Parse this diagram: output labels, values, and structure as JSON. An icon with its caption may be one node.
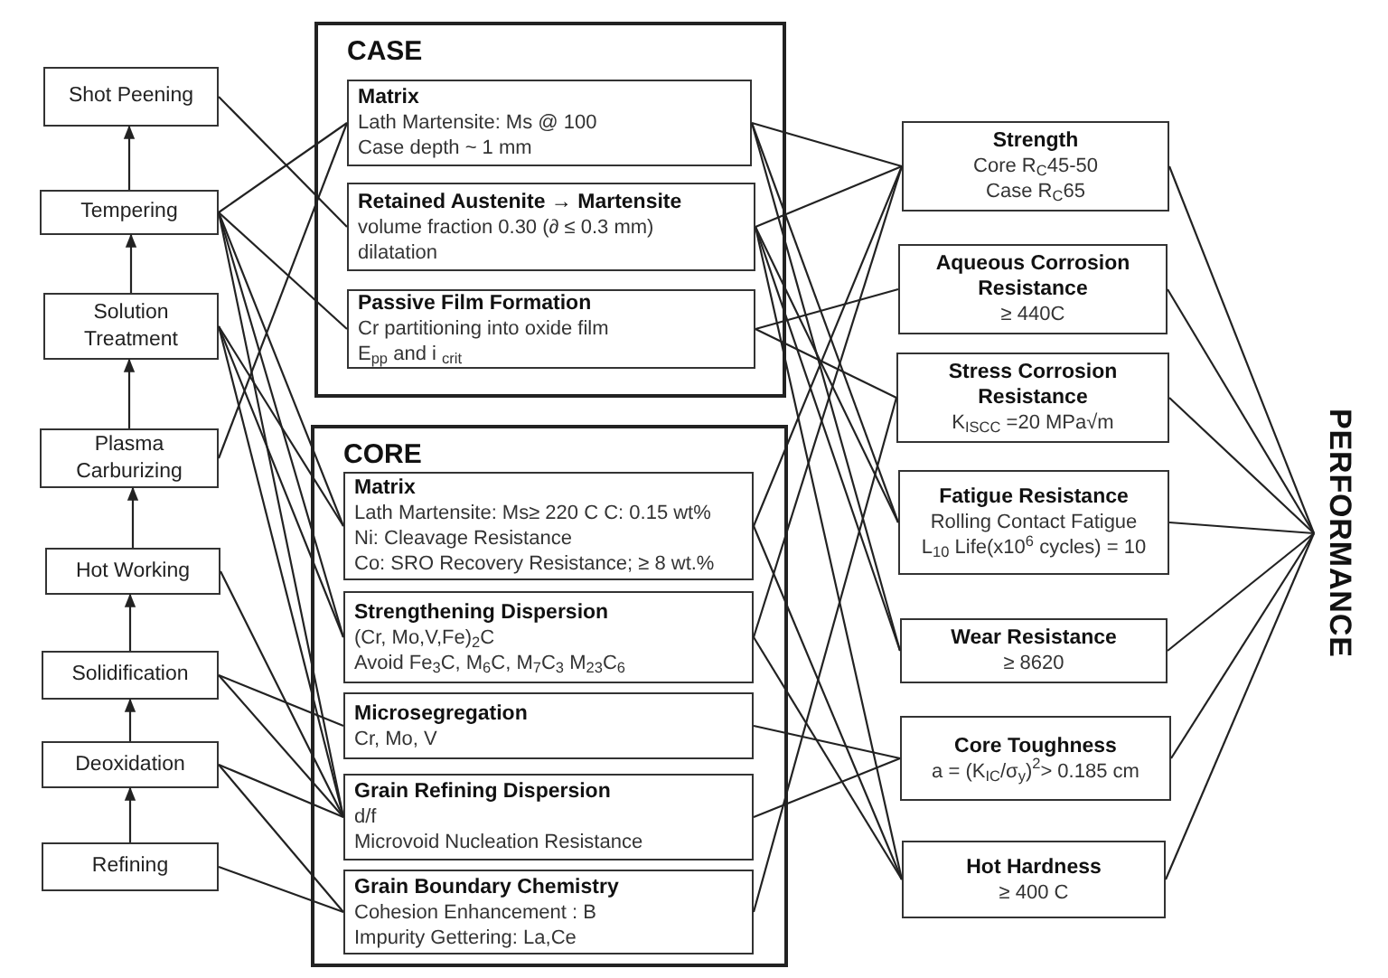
{
  "diagram": {
    "nodes": [
      {
        "text": [
          "Shot Peening"
        ]
      },
      {
        "text": [
          "Tempering"
        ]
      },
      {
        "text": [
          "Solution Treatment"
        ]
      },
      {
        "text": [
          "Plasma Carburizing"
        ]
      },
      {
        "text": [
          "Hot Working"
        ]
      },
      {
        "text": [
          "Solidification"
        ]
      },
      {
        "text": [
          "Deoxidation"
        ]
      },
      {
        "text": [
          "Refining"
        ]
      },
      {
        "text": [
          "CASE"
        ]
      },
      {
        "text": [
          "Matrix",
          "Lath Martensite:  Ms @ 100",
          "Case depth ~ 1 mm"
        ],
        "in": 8
      },
      {
        "text": [
          "Retained Austenite → Martensite",
          "volume fraction 0.30  (∂ ≤ 0.3 mm)",
          "dilatation"
        ],
        "in": 8
      },
      {
        "text": [
          "Passive Film Formation",
          "Cr partitioning into oxide film",
          "E$_{pp}$ and i $_{crit}$"
        ],
        "in": 8
      },
      {
        "text": [
          "CORE"
        ]
      },
      {
        "text": [
          "Matrix",
          "Lath Martensite: Ms≥ 220 C   C: 0.15 wt%",
          "Ni: Cleavage Resistance",
          "Co: SRO Recovery Resistance; ≥ 8 wt.%"
        ],
        "in": 12
      },
      {
        "text": [
          "Strengthening Dispersion",
          "(Cr, Mo,V,Fe)$_{2}$C",
          "Avoid Fe$_{3}$C, M$_{6}$C, M$_{7}$C$_{3}$ M$_{23}$C$_{6}$"
        ],
        "in": 12
      },
      {
        "text": [
          "Microsegregation",
          "Cr, Mo, V"
        ],
        "in": 12
      },
      {
        "text": [
          "Grain Refining Dispersion",
          "d/f",
          "Microvoid Nucleation Resistance"
        ],
        "in": 12
      },
      {
        "text": [
          "Grain Boundary Chemistry",
          "Cohesion Enhancement : B",
          "Impurity Gettering: La,Ce"
        ],
        "in": 12
      },
      {
        "text": [
          "Strength",
          "Core R$_{C}$45-50",
          "Case R$_{C}$65"
        ]
      },
      {
        "text": [
          "Aqueous Corrosion Resistance",
          "≥ 440C"
        ]
      },
      {
        "text": [
          "Stress Corrosion Resistance",
          "K$_{ISCC}$ =20 MPa√m"
        ]
      },
      {
        "text": [
          "Fatigue Resistance",
          "Rolling Contact Fatigue",
          "L$_{10}$ Life(x10$^{6}$ cycles) = 10"
        ]
      },
      {
        "text": [
          "Wear Resistance",
          "≥ 8620"
        ]
      },
      {
        "text": [
          "Core Toughness",
          "a  = (K$_{IC}$/σ$_{y}$)$^{2}$> 0.185 cm"
        ]
      },
      {
        "text": [
          "Hot  Hardness",
          "≥ 400 C"
        ]
      },
      {
        "text": [
          "PERFORMANCE"
        ]
      }
    ],
    "edges": [
      {
        "from": 7,
        "to": 6,
        "arrow": "to"
      },
      {
        "from": 6,
        "to": 5,
        "arrow": "to"
      },
      {
        "from": 5,
        "to": 4,
        "arrow": "to"
      },
      {
        "from": 4,
        "to": 3,
        "arrow": "to"
      },
      {
        "from": 3,
        "to": 2,
        "arrow": "to"
      },
      {
        "from": 2,
        "to": 1,
        "arrow": "to"
      },
      {
        "from": 1,
        "to": 0,
        "arrow": "to"
      },
      {
        "from": 0,
        "to": 10,
        "arrow": "none"
      },
      {
        "from": 1,
        "to": 9,
        "arrow": "none"
      },
      {
        "from": 1,
        "to": 11,
        "arrow": "none"
      },
      {
        "from": 1,
        "to": 13,
        "arrow": "none"
      },
      {
        "from": 1,
        "to": 14,
        "arrow": "none"
      },
      {
        "from": 1,
        "to": 16,
        "arrow": "none"
      },
      {
        "from": 2,
        "to": 13,
        "arrow": "none"
      },
      {
        "from": 2,
        "to": 14,
        "arrow": "none"
      },
      {
        "from": 2,
        "to": 16,
        "arrow": "none"
      },
      {
        "from": 3,
        "to": 9,
        "arrow": "none"
      },
      {
        "from": 4,
        "to": 16,
        "arrow": "none"
      },
      {
        "from": 5,
        "to": 15,
        "arrow": "none"
      },
      {
        "from": 5,
        "to": 16,
        "arrow": "none"
      },
      {
        "from": 6,
        "to": 16,
        "arrow": "none"
      },
      {
        "from": 6,
        "to": 17,
        "arrow": "none"
      },
      {
        "from": 7,
        "to": 17,
        "arrow": "none"
      },
      {
        "from": 9,
        "to": 18,
        "arrow": "none"
      },
      {
        "from": 9,
        "to": 21,
        "arrow": "none"
      },
      {
        "from": 9,
        "to": 22,
        "arrow": "none"
      },
      {
        "from": 10,
        "to": 18,
        "arrow": "none"
      },
      {
        "from": 10,
        "to": 21,
        "arrow": "none"
      },
      {
        "from": 10,
        "to": 22,
        "arrow": "none"
      },
      {
        "from": 10,
        "to": 24,
        "arrow": "none"
      },
      {
        "from": 11,
        "to": 19,
        "arrow": "none"
      },
      {
        "from": 11,
        "to": 20,
        "arrow": "none"
      },
      {
        "from": 13,
        "to": 18,
        "arrow": "none"
      },
      {
        "from": 13,
        "to": 24,
        "arrow": "none"
      },
      {
        "from": 14,
        "to": 18,
        "arrow": "none"
      },
      {
        "from": 14,
        "to": 24,
        "arrow": "none"
      },
      {
        "from": 15,
        "to": 23,
        "arrow": "none"
      },
      {
        "from": 16,
        "to": 23,
        "arrow": "none"
      },
      {
        "from": 17,
        "to": 20,
        "arrow": "none"
      },
      {
        "from": 18,
        "to": 25,
        "arrow": "none"
      },
      {
        "from": 19,
        "to": 25,
        "arrow": "none"
      },
      {
        "from": 20,
        "to": 25,
        "arrow": "none"
      },
      {
        "from": 21,
        "to": 25,
        "arrow": "none"
      },
      {
        "from": 22,
        "to": 25,
        "arrow": "none"
      },
      {
        "from": 23,
        "to": 25,
        "arrow": "none"
      },
      {
        "from": 24,
        "to": 25,
        "arrow": "none"
      }
    ]
  }
}
